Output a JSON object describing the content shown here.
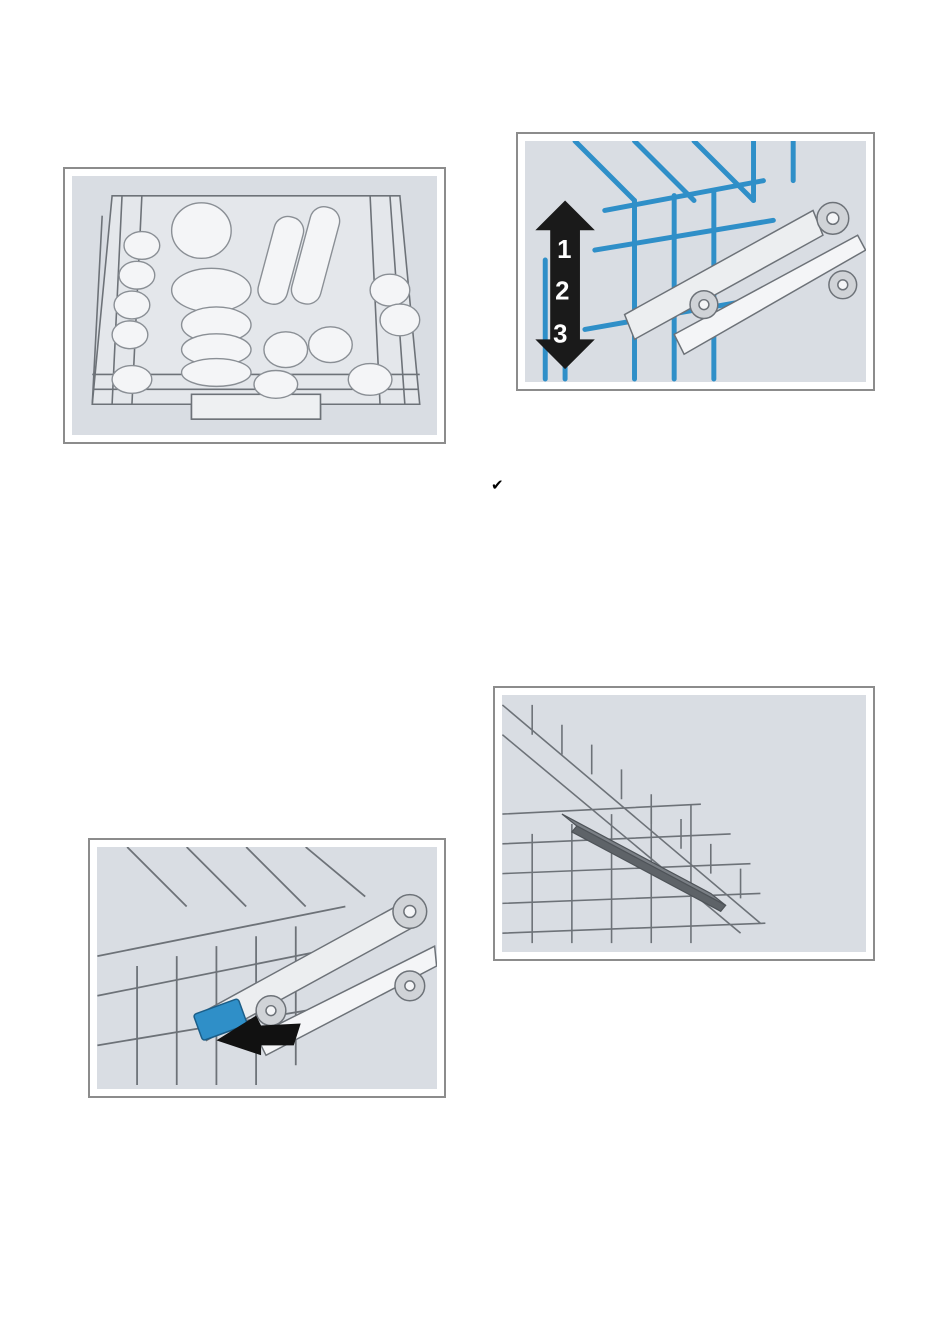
{
  "page": {
    "step_marker": "✔"
  },
  "figure_height_adjust": {
    "level_labels": [
      "1",
      "2",
      "3"
    ]
  },
  "colors": {
    "illustration_bg": "#d9dde3",
    "accent_blue": "#2f8fc8",
    "frame_gray": "#8c8c8c"
  }
}
